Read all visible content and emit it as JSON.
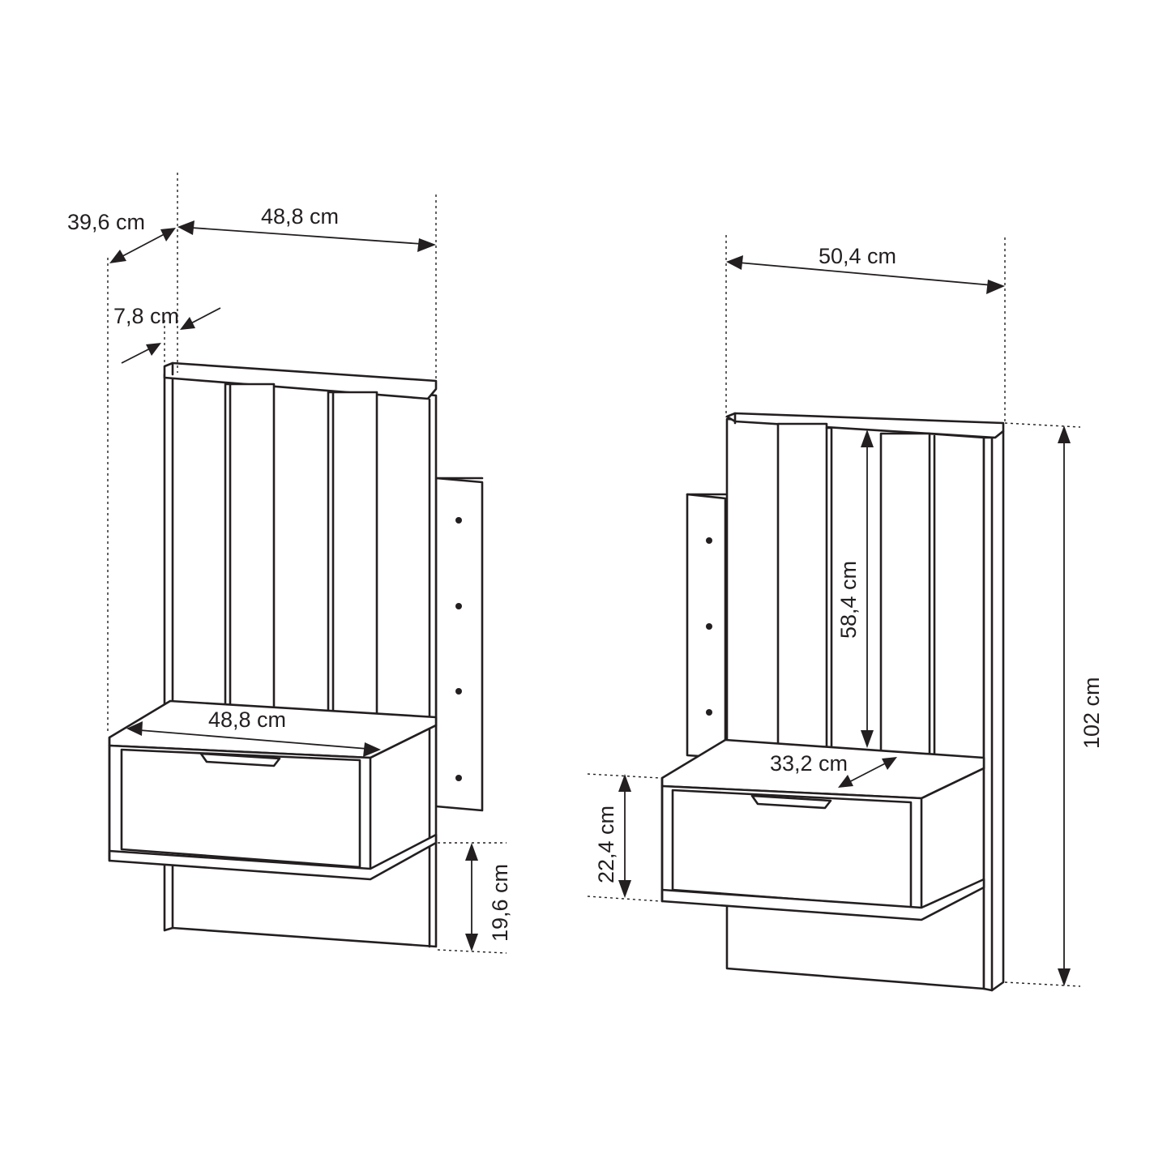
{
  "left_unit": {
    "depth_label": "39,6 cm",
    "width_label": "48,8 cm",
    "panel_thickness_label": "7,8 cm",
    "shelf_width_label": "48,8 cm",
    "drawer_height_label": "19,6 cm"
  },
  "right_unit": {
    "width_label": "50,4 cm",
    "slat_height_label": "58,4 cm",
    "shelf_depth_label": "33,2 cm",
    "drawer_height_label": "22,4 cm",
    "total_height_label": "102 cm"
  },
  "colors": {
    "line": "#231f20",
    "background": "#ffffff"
  }
}
